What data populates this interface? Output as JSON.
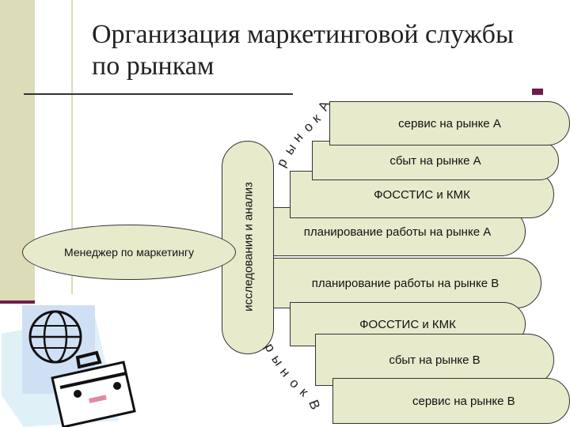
{
  "title": {
    "line1": "Организация маркетинговой службы",
    "line2": "по рынкам"
  },
  "market_a": {
    "letters": [
      "р",
      "ы",
      "н",
      "о",
      "к",
      "А"
    ],
    "pills": [
      "сервис на рынке А",
      "сбыт на рынке А",
      "ФОССТИС и КМК",
      "планирование работы на рынке А"
    ]
  },
  "market_b": {
    "letters": [
      "р",
      "ы",
      "н",
      "о",
      "к",
      "В"
    ],
    "pills": [
      "планирование работы на рынке В",
      "ФОССТИС и КМК",
      "сбыт на рынке В",
      "сервис на рынке В"
    ]
  },
  "research": "исследования и анализ",
  "manager": "Менеджер по маркетингу",
  "colors": {
    "shape_fill": "#e8eacc",
    "side_bar": "#dcdcb8",
    "accent": "#6b1e4a",
    "clipart_bg": "#cfe0f5"
  },
  "icons": [
    "globe-icon",
    "suitcase-icon"
  ]
}
